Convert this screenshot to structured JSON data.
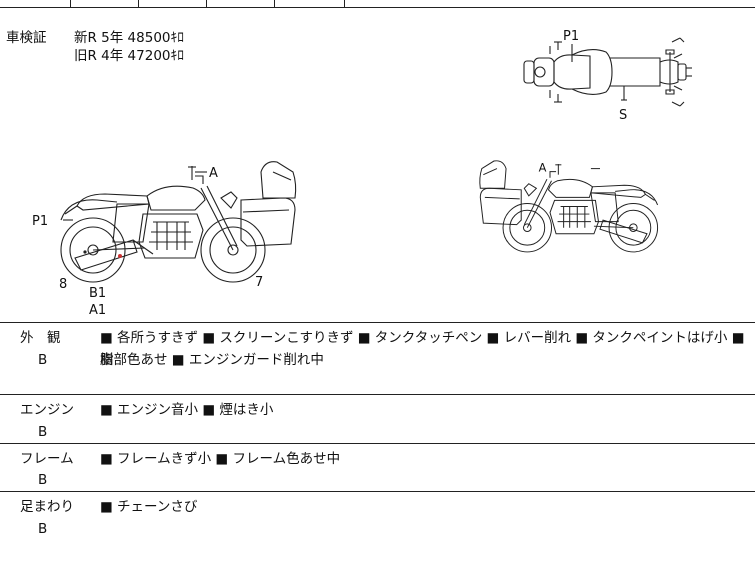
{
  "inspection": {
    "label": "車検証",
    "new_line": "新R  5年  48500ｷﾛ",
    "old_line": "旧R  4年  47200ｷﾛ"
  },
  "diagram_labels": {
    "top_p1": "P1",
    "top_s": "S",
    "left_a": "A",
    "left_p1": "P1",
    "left_8": "8",
    "left_b1": "B1",
    "left_a1": "A1",
    "left_7": "7",
    "right_a": "A"
  },
  "sections": [
    {
      "label": "外　観",
      "grade": "B",
      "notes_line1": "■ 各所うすきず ■ スクリーンこすりきず ■ タンクタッチペン ■ レバー削れ ■ タンクペイントはげ小 ■ 樹",
      "notes_line2": "脂部色あせ ■ エンジンガード削れ中"
    },
    {
      "label": "エンジン",
      "grade": "B",
      "notes_line1": "■ エンジン音小 ■ 煙はき小"
    },
    {
      "label": "フレーム",
      "grade": "B",
      "notes_line1": "■ フレームきず小 ■ フレーム色あせ中"
    },
    {
      "label": "足まわり",
      "grade": "B",
      "notes_line1": "■ チェーンさび"
    }
  ]
}
